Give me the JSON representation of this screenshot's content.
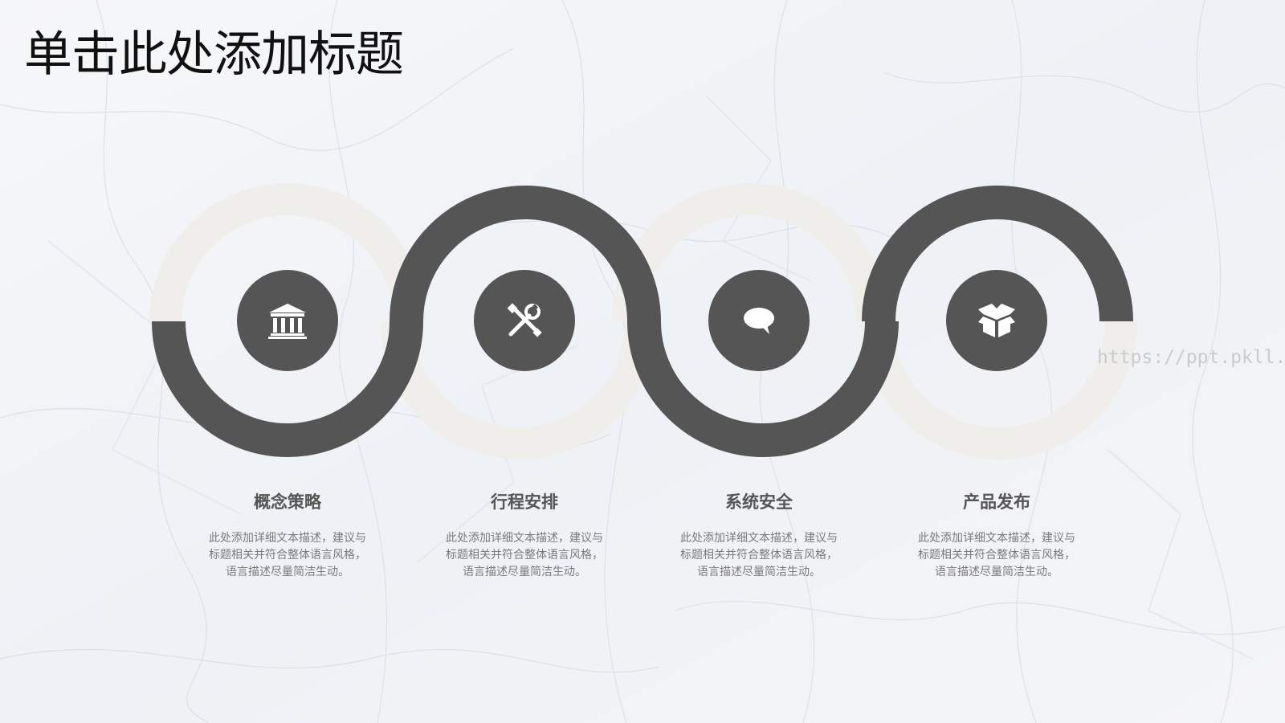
{
  "title": "单击此处添加标题",
  "watermark": "https://ppt.pkll.de",
  "colors": {
    "arc": "#555555",
    "circle": "#555555",
    "ghost_ring": "#efeeeb",
    "icon": "#ffffff"
  },
  "steps": [
    {
      "icon": "bank-icon",
      "title": "概念策略",
      "desc_lines": [
        "此处添加详细文本描述，建议与",
        "标题相关并符合整体语言风格，",
        "语言描述尽量简洁生动。"
      ]
    },
    {
      "icon": "tools-icon",
      "title": "行程安排",
      "desc_lines": [
        "此处添加详细文本描述，建议与",
        "标题相关并符合整体语言风格，",
        "语言描述尽量简洁生动。"
      ]
    },
    {
      "icon": "chat-icon",
      "title": "系统安全",
      "desc_lines": [
        "此处添加详细文本描述，建议与",
        "标题相关并符合整体语言风格，",
        "语言描述尽量简洁生动。"
      ]
    },
    {
      "icon": "box-icon",
      "title": "产品发布",
      "desc_lines": [
        "此处添加详细文本描述，建议与",
        "标题相关并符合整体语言风格，",
        "语言描述尽量简洁生动。"
      ]
    }
  ]
}
